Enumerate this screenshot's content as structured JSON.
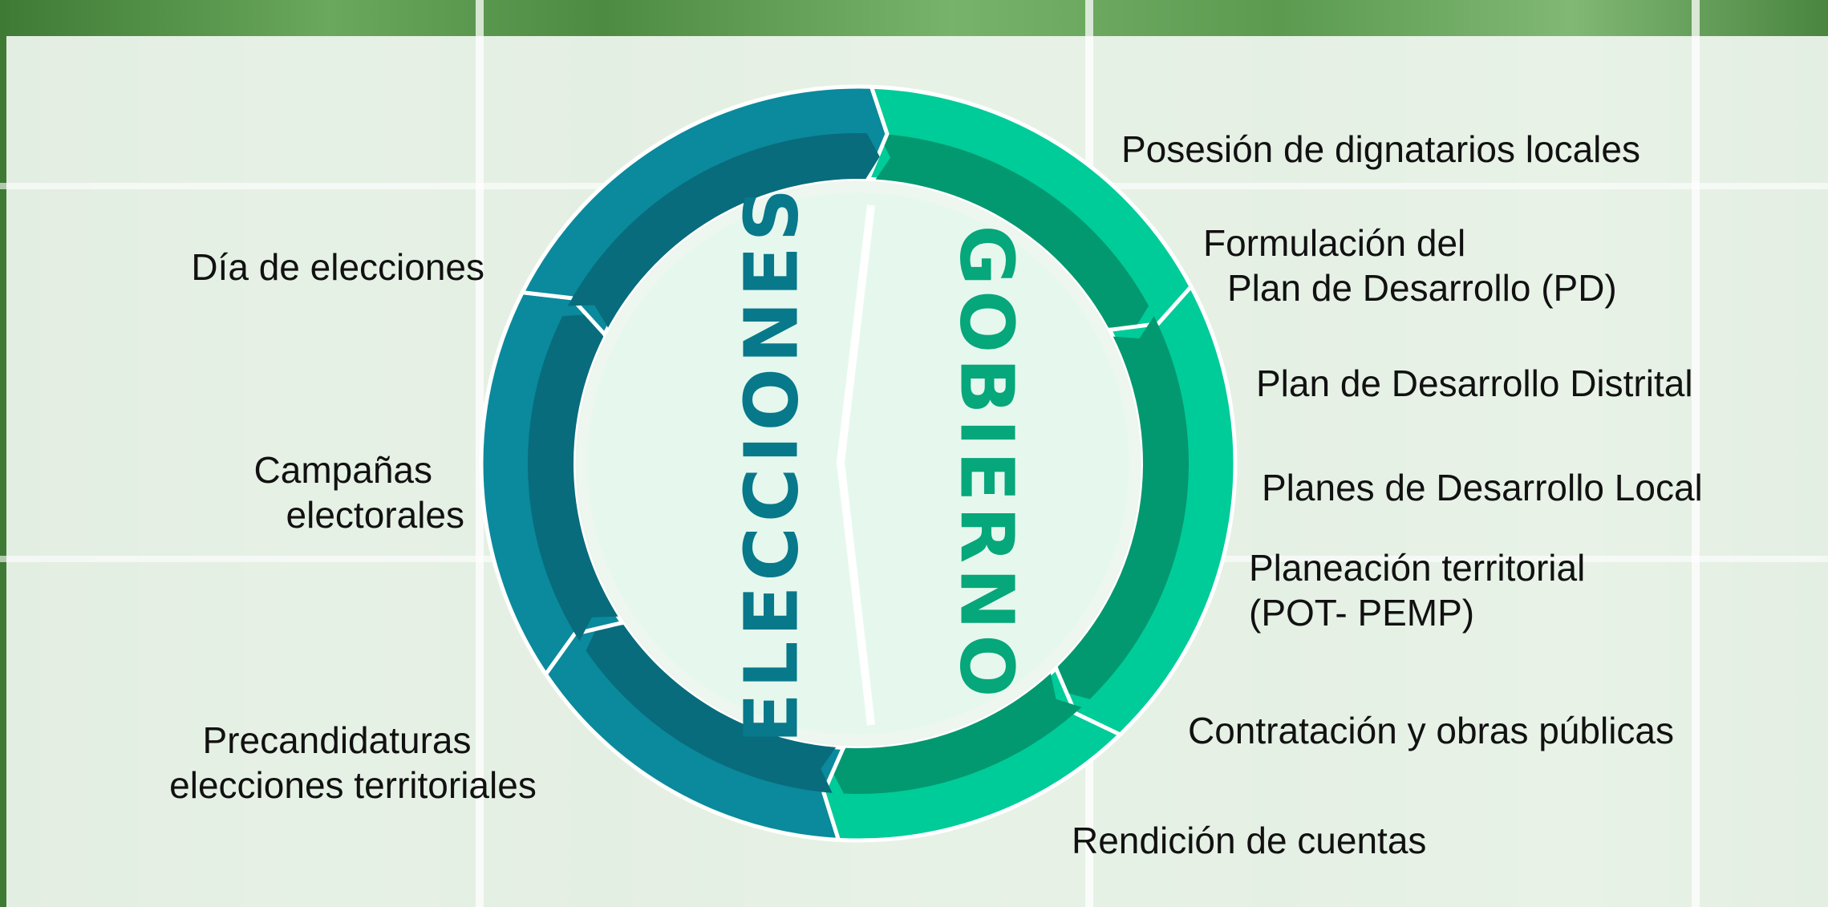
{
  "diagram": {
    "center_left": "ELECCIONES",
    "center_right": "GOBIERNO",
    "colors": {
      "teal_outer": "#0a8a9c",
      "teal_inner": "#086c7c",
      "green_outer": "#00cc99",
      "green_inner": "#039970",
      "center_fill": "#e6f8ee",
      "elecciones_text": "#07798a",
      "gobierno_text": "#06a77a"
    },
    "left_labels": {
      "dia": "Día de elecciones",
      "campanas_1": "Campañas",
      "campanas_2": "electorales",
      "precand_1": "Precandidaturas",
      "precand_2": "elecciones territoriales"
    },
    "right_labels": {
      "posesion": "Posesión de dignatarios locales",
      "formulacion_1": "Formulación del",
      "formulacion_2": "Plan de Desarrollo (PD)",
      "distrital": "Plan de Desarrollo Distrital",
      "local": "Planes de Desarrollo Local",
      "planeacion_1": "Planeación territorial",
      "planeacion_2": "(POT- PEMP)",
      "contratacion": "Contratación y obras públicas",
      "rendicion": "Rendición de cuentas"
    }
  }
}
